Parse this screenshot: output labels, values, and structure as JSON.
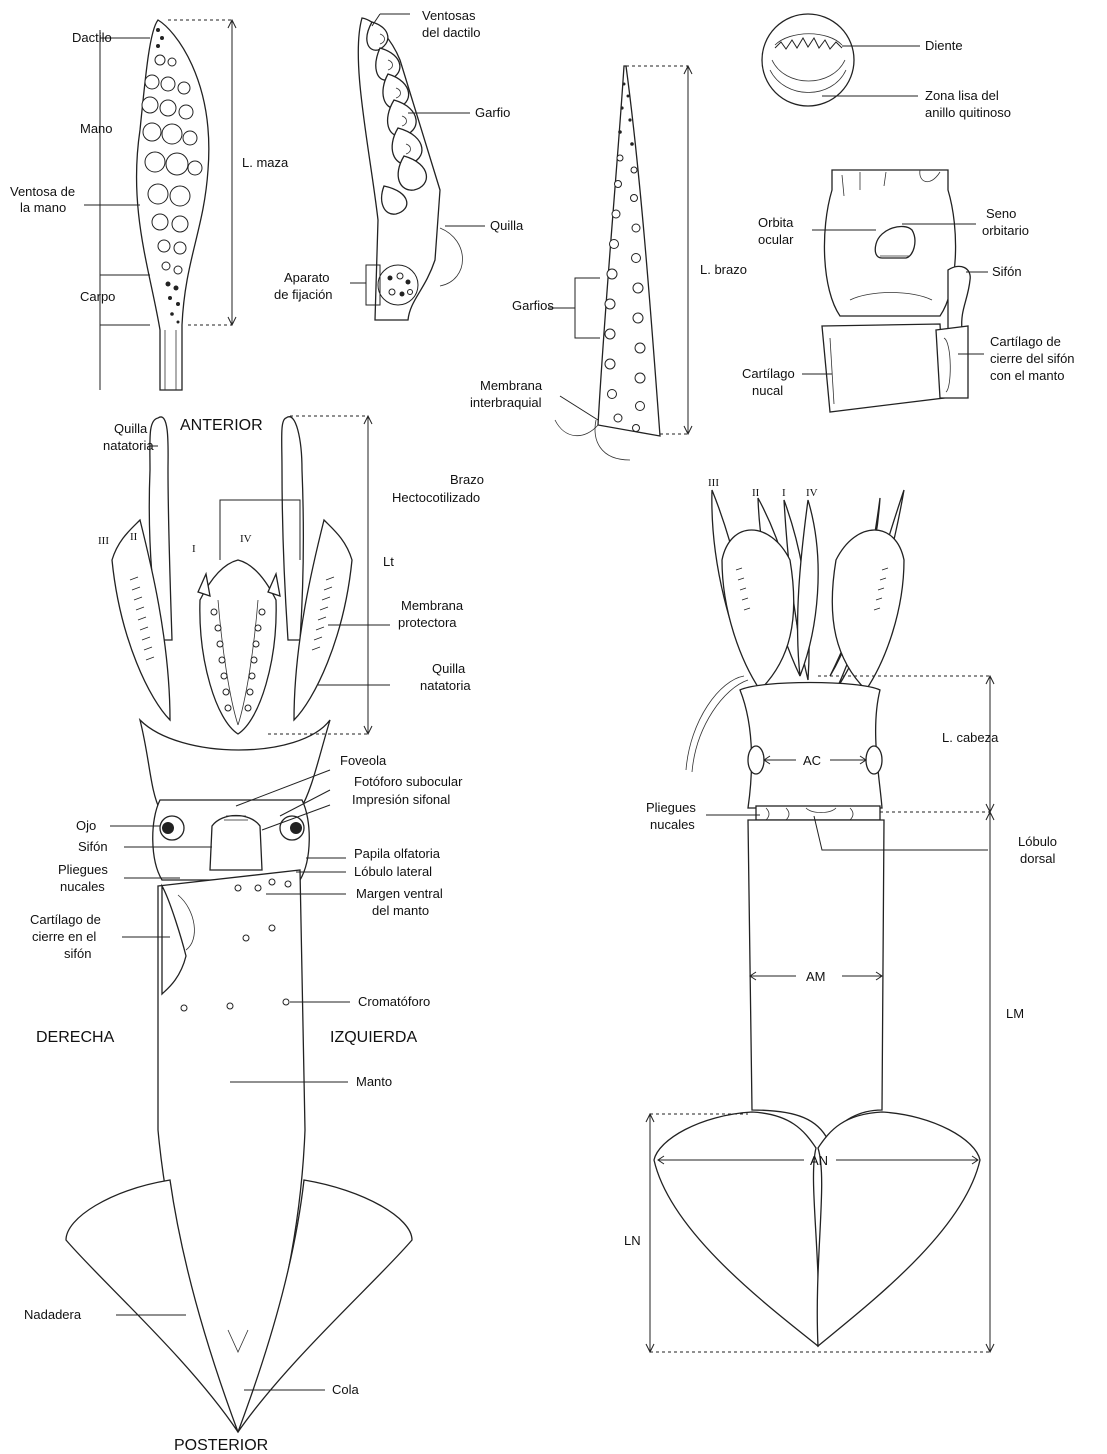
{
  "labels": {
    "dactilo": "Dactilo",
    "mano": "Mano",
    "ventosa_mano_1": "Ventosa de",
    "ventosa_mano_2": "la mano",
    "carpo": "Carpo",
    "l_maza": "L. maza",
    "ventosas_dactilo_1": "Ventosas",
    "ventosas_dactilo_2": "del dactilo",
    "garfio": "Garfio",
    "quilla": "Quilla",
    "aparato_1": "Aparato",
    "aparato_2": "de fijación",
    "garfios": "Garfios",
    "l_brazo": "L. brazo",
    "membrana_inter_1": "Membrana",
    "membrana_inter_2": "interbraquial",
    "diente": "Diente",
    "zona_lisa_1": "Zona lisa del",
    "zona_lisa_2": "anillo quitinoso",
    "orbita_1": "Orbita",
    "orbita_2": "ocular",
    "seno_1": "Seno",
    "seno_2": "orbitario",
    "sifon_head": "Sifón",
    "cartilago_nucal_1": "Cartílago",
    "cartilago_nucal_2": "nucal",
    "cierre_sifon_1": "Cartílago de",
    "cierre_sifon_2": "cierre del sifón",
    "cierre_sifon_3": "con el manto",
    "quilla_natatoria_top_1": "Quilla",
    "quilla_natatoria_top_2": "natatoria",
    "anterior": "ANTERIOR",
    "brazo_hecto_1": "Brazo",
    "brazo_hecto_2": "Hectocotilizado",
    "lt": "Lt",
    "membrana_prot_1": "Membrana",
    "membrana_prot_2": "protectora",
    "quilla_natatoria_1": "Quilla",
    "quilla_natatoria_2": "natatoria",
    "foveola": "Foveola",
    "fotoforo": "Fotóforo subocular",
    "impresion": "Impresión sifonal",
    "ojo": "Ojo",
    "sifon": "Sifón",
    "papila": "Papila olfatoria",
    "pliegues_left_1": "Pliegues",
    "pliegues_left_2": "nucales",
    "lobulo_lateral": "Lóbulo lateral",
    "margen_1": "Margen ventral",
    "margen_2": "del manto",
    "cartilago_cierre_1": "Cartílago de",
    "cartilago_cierre_2": "cierre en el",
    "cartilago_cierre_3": "sifón",
    "cromatoforo": "Cromatóforo",
    "derecha": "DERECHA",
    "izquierda": "IZQUIERDA",
    "manto": "Manto",
    "nadadera": "Nadadera",
    "cola": "Cola",
    "posterior": "POSTERIOR",
    "l_cabeza": "L. cabeza",
    "ac": "AC",
    "pliegues_right_1": "Pliegues",
    "pliegues_right_2": "nucales",
    "lobulo_dorsal_1": "Lóbulo",
    "lobulo_dorsal_2": "dorsal",
    "am": "AM",
    "lm": "LM",
    "an": "AN",
    "ln": "LN"
  },
  "arm_numerals": {
    "left_III": "III",
    "left_II": "II",
    "left_I": "I",
    "left_IV": "IV",
    "right_III": "III",
    "right_II": "II",
    "right_I": "I",
    "right_IV": "IV"
  },
  "colors": {
    "ink": "#222222",
    "background": "#ffffff"
  }
}
